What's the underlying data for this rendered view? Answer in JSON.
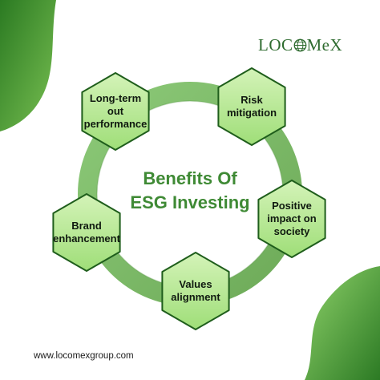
{
  "brand": {
    "logo_text_before": "LOC",
    "logo_text_after": "MeX",
    "logo_icon": "globe-icon",
    "website": "www.locomexgroup.com"
  },
  "hub": {
    "title_line1": "Benefits Of",
    "title_line2": "ESG Investing"
  },
  "benefits": [
    {
      "line1": "Long-term",
      "line2": "out",
      "line3": "performance"
    },
    {
      "line1": "Risk",
      "line2": "mitigation"
    },
    {
      "line1": "Positive",
      "line2": "impact on",
      "line3": "society"
    },
    {
      "line1": "Values",
      "line2": "alignment"
    },
    {
      "line1": "Brand",
      "line2": "enhancement"
    }
  ],
  "colors": {
    "dark_green": "#2f7d28",
    "light_green": "#8fd26a",
    "ring_green": "#7fb96a",
    "hex_fill": "#bfeaa0",
    "text_dark": "#101a10",
    "title_green": "#3f8a35"
  }
}
